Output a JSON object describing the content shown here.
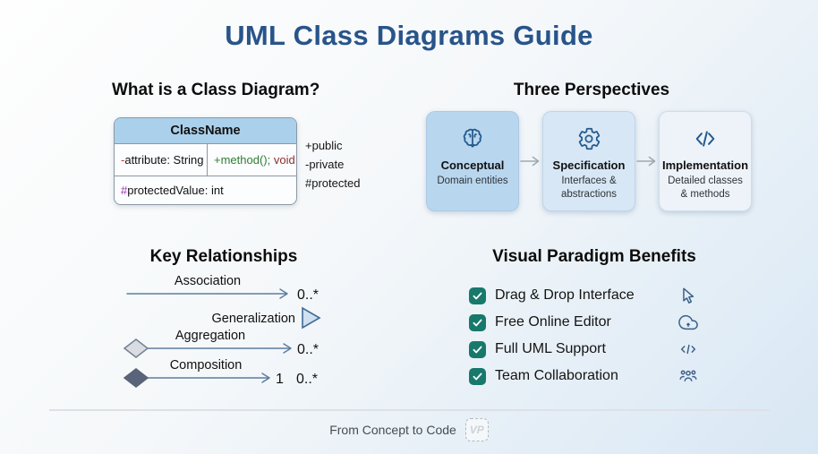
{
  "title": "UML Class Diagrams Guide",
  "colors": {
    "title_blue": "#28548a",
    "class_header_bg": "#abd0eb",
    "card_conceptual_bg": "#b9d6ef",
    "card_specification_bg": "#d7e7f5",
    "card_implementation_bg": "#edf3f9",
    "icon_blue": "#235a8c",
    "checkbox_green": "#17796b",
    "relationship_line": "#5d7d9d",
    "attribute_minus_red": "#c0392b",
    "method_green": "#2e7d32",
    "void_maroon": "#8b2f2f",
    "protected_purple": "#9b30b5"
  },
  "class_section": {
    "heading": "What is a Class Diagram?",
    "class_box": {
      "title": "ClassName",
      "attribute_prefix": "-",
      "attribute_text": "attribute: String",
      "method_text": "+method();",
      "method_return": " void",
      "protected_prefix": "#",
      "protected_text": "protectedValue: int"
    },
    "visibility_legend": [
      "+public",
      "-private",
      "#protected"
    ]
  },
  "perspectives": {
    "heading": "Three Perspectives",
    "cards": [
      {
        "icon": "brain-icon",
        "title": "Conceptual",
        "description": "Domain entities"
      },
      {
        "icon": "gear-icon",
        "title": "Specification",
        "description": "Interfaces & abstractions"
      },
      {
        "icon": "code-icon",
        "title": "Implementation",
        "description": "Detailed classes & methods"
      }
    ]
  },
  "relationships": {
    "heading": "Key Relationships",
    "association": {
      "label": "Association",
      "multiplicity": "0..*"
    },
    "generalization": {
      "label": "Generalization"
    },
    "aggregation": {
      "label": "Aggregation",
      "multiplicity": "0..*"
    },
    "composition": {
      "label": "Composition",
      "source_multiplicity": "1",
      "multiplicity": "0..*"
    }
  },
  "benefits": {
    "heading": "Visual Paradigm Benefits",
    "items": [
      {
        "label": "Drag & Drop Interface",
        "icon": "cursor-icon"
      },
      {
        "label": "Free Online Editor",
        "icon": "cloud-icon"
      },
      {
        "label": "Full UML Support",
        "icon": "code-slash-icon"
      },
      {
        "label": "Team Collaboration",
        "icon": "team-icon"
      }
    ]
  },
  "footer": {
    "tagline": "From Concept to Code",
    "logo_monogram": "VP"
  }
}
